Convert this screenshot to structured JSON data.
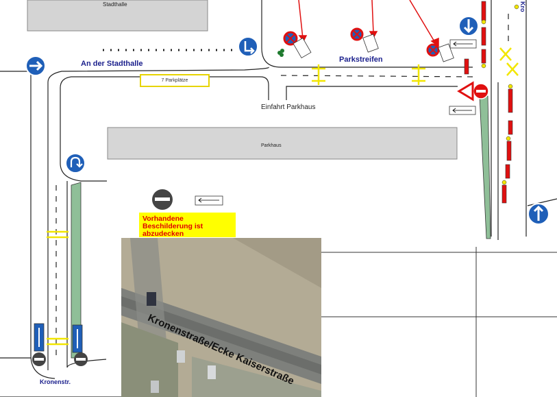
{
  "labels": {
    "stadthalle": "Stadthalle",
    "an_der_stadthalle": "An der Stadthalle",
    "parkstreifen": "Parkstreifen",
    "parkplaetze": "7 Parkplätze",
    "einfahrt_parkhaus": "Einfahrt Parkhaus",
    "parkhaus": "Parkhaus",
    "kronenstr": "Kronenstr.",
    "kronenstrasse_top": "Kro",
    "notice": "Vorhandene Beschilderung ist abzudecken",
    "photo_caption": "Kronenstraße/Ecke Kaiserstraße"
  },
  "colors": {
    "sign_blue": "#1f5fb8",
    "no_stopping_red": "#e01010",
    "notice_bg": "#ffff00",
    "notice_text": "#e00000",
    "cross_yellow": "#f2e600",
    "curb_green": "#8fbf98",
    "building_gray": "#d4d4d4",
    "arrow_red": "#e01010"
  },
  "icons": [
    "arrow-right-sign-icon",
    "turn-right-sign-icon",
    "arrow-down-sign-icon",
    "arrow-up-sign-icon",
    "u-turn-sign-icon",
    "no-stopping-sign-icon",
    "no-entry-sign-icon",
    "yield-sign-icon",
    "one-way-arrow-sign-icon",
    "barrier-icon",
    "warning-light-icon",
    "tree-icon"
  ]
}
